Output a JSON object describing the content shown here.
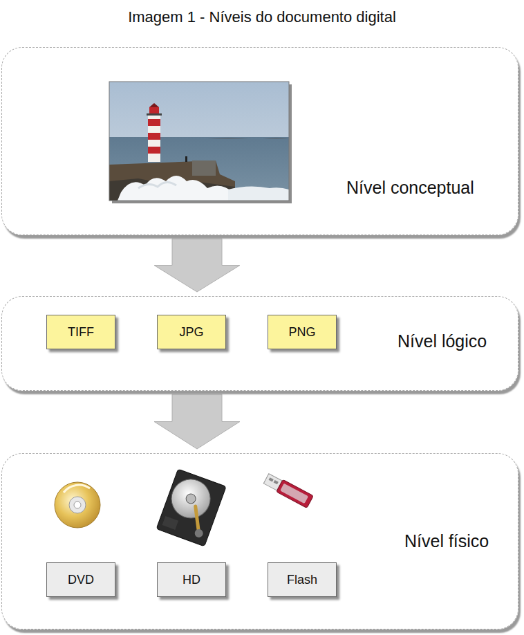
{
  "diagram": {
    "title": "Imagem 1 - Níveis do documento digital",
    "nodes": [
      {
        "text": [
          "Nível conceptual"
        ]
      },
      {
        "text": [
          "Nível lógico"
        ]
      },
      {
        "text": [
          "TIFF"
        ],
        "in": 1
      },
      {
        "text": [
          "JPG"
        ],
        "in": 1
      },
      {
        "text": [
          "PNG"
        ],
        "in": 1
      },
      {
        "text": [
          "Nível físico"
        ]
      },
      {
        "text": [
          "DVD"
        ],
        "in": 5
      },
      {
        "text": [
          "HD"
        ],
        "in": 5
      },
      {
        "text": [
          "Flash"
        ],
        "in": 5
      }
    ],
    "edges": [
      {
        "from": 0,
        "to": 1,
        "arrow": "to"
      },
      {
        "from": 1,
        "to": 5,
        "arrow": "to"
      }
    ]
  }
}
